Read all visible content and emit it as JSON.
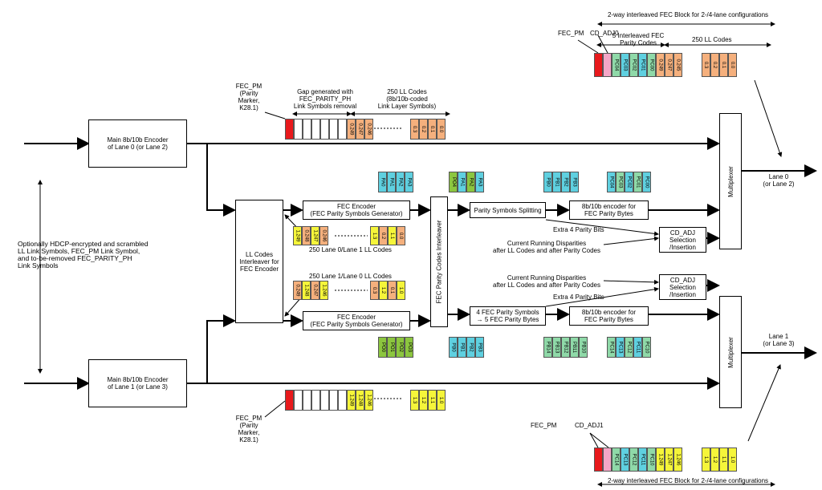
{
  "colors": {
    "red": "#e8191c",
    "pink": "#f4a6c7",
    "green": "#8fd9a8",
    "cyan": "#5fd0e0",
    "orange": "#f5b07d",
    "yellow": "#f5f53a",
    "olive": "#8cc63f",
    "white": "#ffffff"
  },
  "top_block": {
    "caption": "2-way interleaved FEC Block for 2-/4-lane configurations",
    "fec_pm": "FEC_PM",
    "cd_adj": "CD_ADJ0",
    "parity_label": "5 Interleaved FEC\nParity Codes",
    "ll_label": "250 LL Codes",
    "cells": [
      "PC04",
      "PC03",
      "PC02",
      "PC01",
      "PC00",
      "0.249",
      "0.247",
      "0.245",
      "0.3",
      "0.2",
      "0.1",
      "0.0"
    ]
  },
  "bottom_block": {
    "caption": "2-way interleaved FEC Block for 2-/4-lane configurations",
    "fec_pm": "FEC_PM",
    "cd_adj": "CD_ADJ1",
    "cells": [
      "PC14",
      "PC13",
      "PC12",
      "PC11",
      "PC10",
      "1.249",
      "1.247",
      "1.246",
      "1.3",
      "1.2",
      "1.1",
      "1.0"
    ]
  },
  "lane0_stream": {
    "fec_pm": "FEC_PM\n(Parity\nMarker,\nK28.1)",
    "gap_label": "Gap generated with\nFEC_PARITY_PH\nLink Symbols removal",
    "ll_label": "250 LL Codes\n(8b/10b-coded\nLink Layer Symbols)",
    "cells": [
      "0.249",
      "0.247",
      "0.246",
      "0.3",
      "0.2",
      "0.1",
      "0.0"
    ]
  },
  "lane1_stream": {
    "fec_pm": "FEC_PM\n(Parity\nMarker,\nK28.1)",
    "cells": [
      "1.249",
      "1.248",
      "1.246",
      "1.3",
      "1.2",
      "1.1",
      "1.0"
    ]
  },
  "encoder0": "Main 8b/10b Encoder\nof Lane 0 (or Lane 2)",
  "encoder1": "Main 8b/10b Encoder\nof Lane 1 (or Lane 3)",
  "ll_interleaver": "LL Codes\nInterleaver for\nFEC Encoder",
  "fec_encoder": "FEC Encoder\n(FEC Parity Symbols Generator)",
  "fec_encoder_b": "FEC Encoder\n(FEC Parity Symbols Generator)",
  "fec_interleaver": "FEC Parity Codes Interleaver",
  "upper_codes": {
    "label": "250 Lane 0/Lane 1 LL Codes",
    "cells": [
      "1.249",
      "0.248",
      "1.247",
      "0.246",
      "1.3",
      "0.2",
      "1.1",
      "0.0"
    ]
  },
  "lower_codes": {
    "label": "250 Lane 1/Lane 0 LL Codes",
    "cells": [
      "0.249",
      "1.248",
      "0.247",
      "1.246",
      "0.3",
      "1.2",
      "0.1",
      "1.0"
    ]
  },
  "parity_top_a": [
    "PA0",
    "PA1",
    "PA2",
    "PA3"
  ],
  "parity_top_b": [
    "PO4",
    "PA1",
    "PA2",
    "PA3"
  ],
  "parity_top_c": [
    "PB0",
    "PB1",
    "PB2",
    "PB3"
  ],
  "parity_top_d": [
    "PC04",
    "PC03",
    "PC02",
    "PC01",
    "PC00"
  ],
  "parity_bot_a": [
    "PO0",
    "PO1",
    "PO2",
    "PO3"
  ],
  "parity_bot_b": [
    "PB0",
    "PB1",
    "PB2",
    "PB3"
  ],
  "parity_bot_c": [
    "PB14",
    "PB13",
    "PB12",
    "PB11",
    "PB10"
  ],
  "parity_bot_d": [
    "PC14",
    "PC13",
    "PC12",
    "PC11",
    "PC10"
  ],
  "splitting": "Parity Symbols Splitting",
  "to_bytes": "4 FEC Parity Symbols\n→ 5 FEC Parity Bytes",
  "enc_parity_top": "8b/10b encoder for\nFEC Parity Bytes",
  "enc_parity_bot": "8b/10b encoder for\nFEC Parity Bytes",
  "extra_top": "Extra 4 Parity Bits",
  "extra_bot": "Extra 4 Parity Bits",
  "disp_top": "Current Running Disparities\nafter LL Codes and after Parity Codes",
  "disp_bot": "Current Running Disparities\nafter LL Codes and after Parity Codes",
  "cdadj_top": "CD_ADJ\nSelection\n/Insertion",
  "cdadj_bot": "CD_ADJ\nSelection\n/Insertion",
  "mux": "Multiplexer",
  "mux_b": "Multiplexer",
  "lane0_out": "Lane 0\n(or Lane 2)",
  "lane1_out": "Lane 1\n(or Lane 3)",
  "input_note": "Optionally HDCP-encrypted and scrambled\nLL Link Symbols, FEC_PM Link Symbol,\nand to-be-removed FEC_PARITY_PH\nLink Symbols"
}
